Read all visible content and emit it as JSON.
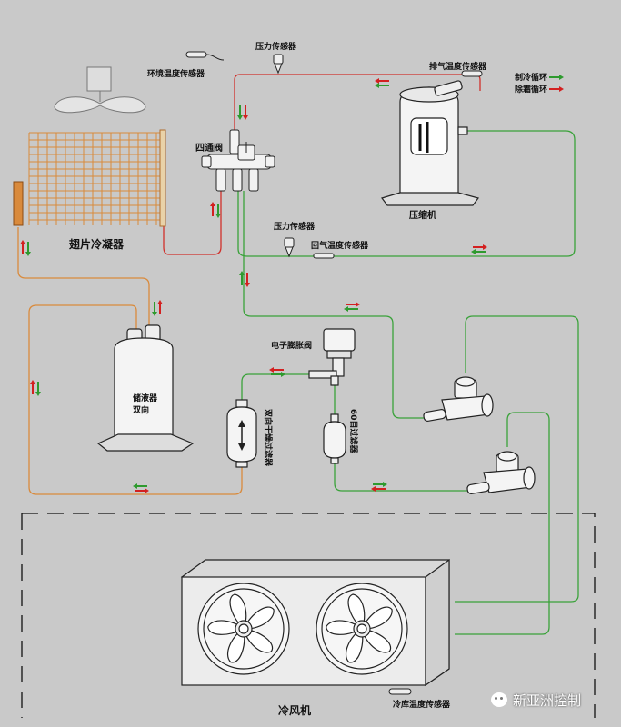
{
  "labels": {
    "ambient_temp_sensor": "环境温度传感器",
    "pressure_sensor_top": "压力传感器",
    "discharge_temp_sensor": "排气温度传感器",
    "finned_condenser": "翅片冷凝器",
    "four_way_valve": "四通阀",
    "compressor": "压缩机",
    "pressure_sensor_low": "压力传感器",
    "suction_temp_sensor": "回气温度传感器",
    "expansion_valve": "电子膨胀阀",
    "receiver_line1": "储液器",
    "receiver_line2": "双向",
    "bidirectional_filter": "双向干燥过滤器",
    "mesh_filter": "60目过滤器",
    "air_cooler": "冷风机",
    "cold_room_temp_sensor": "冷库温度传感器"
  },
  "legend": {
    "cooling_cycle": "制冷循环",
    "defrost_cycle": "除霜循环",
    "cooling_color": "#2e9a2e",
    "defrost_color": "#d32020"
  },
  "watermark": {
    "text": "新亚洲控制",
    "icon": "wechat-icon"
  },
  "pipe_colors": {
    "red": "#d0302b",
    "green": "#3aa23a",
    "orange": "#d98a3c",
    "outline": "#2a2a2a"
  }
}
